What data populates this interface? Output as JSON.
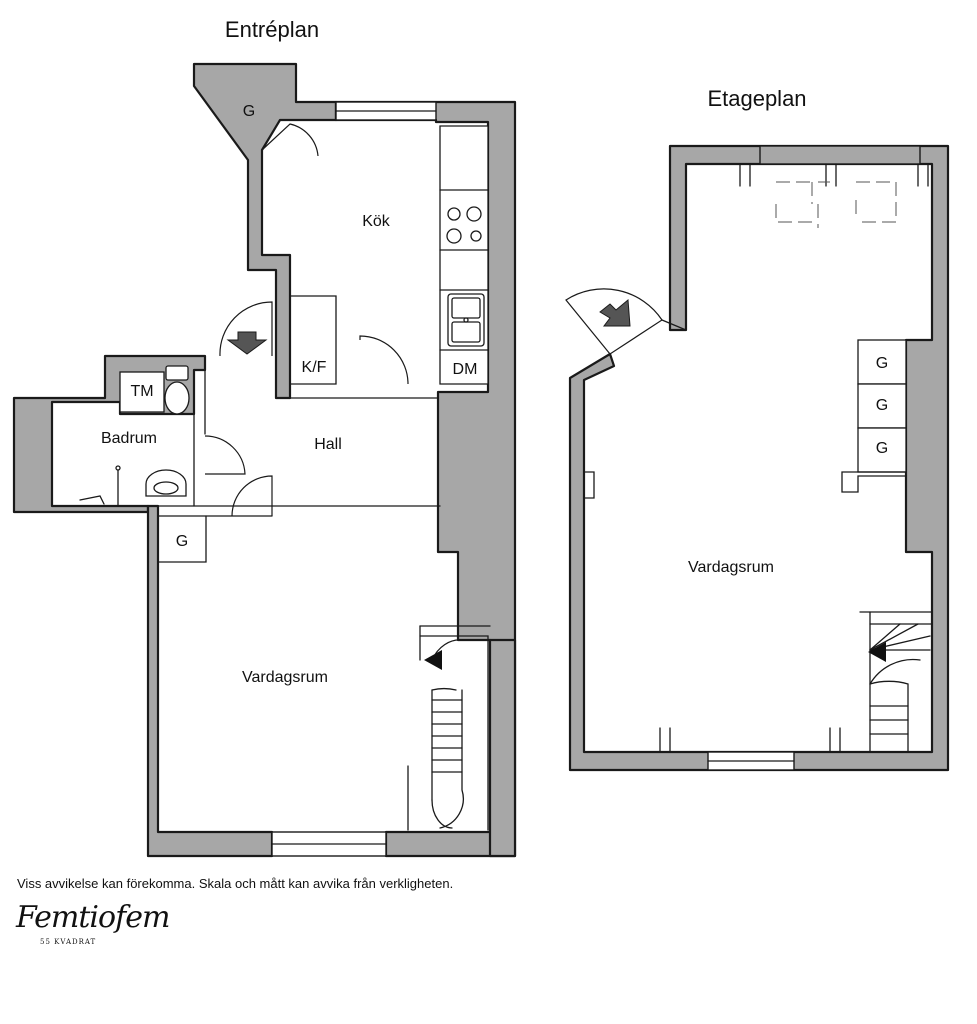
{
  "titles": {
    "entry": "Entréplan",
    "upper": "Etageplan"
  },
  "rooms": {
    "entry_closet": "G",
    "kitchen": "Kök",
    "fridge_freezer": "K/F",
    "dishwasher": "DM",
    "washing_machine": "TM",
    "bathroom": "Badrum",
    "hall": "Hall",
    "hall_closet": "G",
    "living_lower": "Vardagsrum",
    "upper_closet_1": "G",
    "upper_closet_2": "G",
    "upper_closet_3": "G",
    "living_upper": "Vardagsrum"
  },
  "disclaimer": "Viss avvikelse kan förekomma. Skala och mått kan avvika från verkligheten.",
  "logo": {
    "script": "Femtiofem",
    "subtitle": "55 KVADRAT"
  },
  "colors": {
    "wall": "#a7a7a7",
    "line": "#1a1a1a"
  }
}
